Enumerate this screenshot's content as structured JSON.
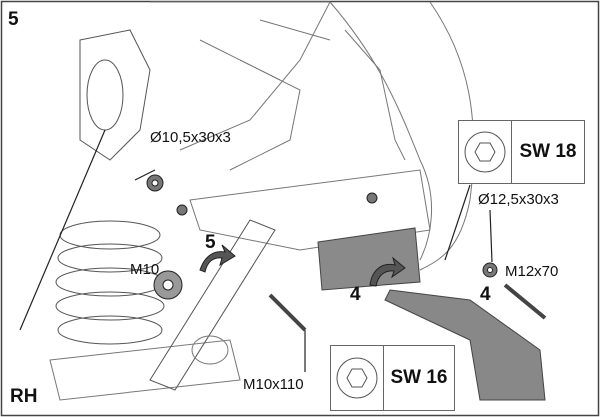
{
  "step_number": "5",
  "side_label": "RH",
  "labels": {
    "washer_10": "Ø10,5x30x3",
    "nut_m10": "M10",
    "washer_12": "Ø12,5x30x3",
    "bolt_m12": "M12x70",
    "bolt_m10": "M10x110"
  },
  "callouts": {
    "part_5": "5",
    "part_4_left": "4",
    "part_4_right": "4"
  },
  "wrench_sizes": {
    "sw18": "SW 18",
    "sw16": "SW 16"
  }
}
